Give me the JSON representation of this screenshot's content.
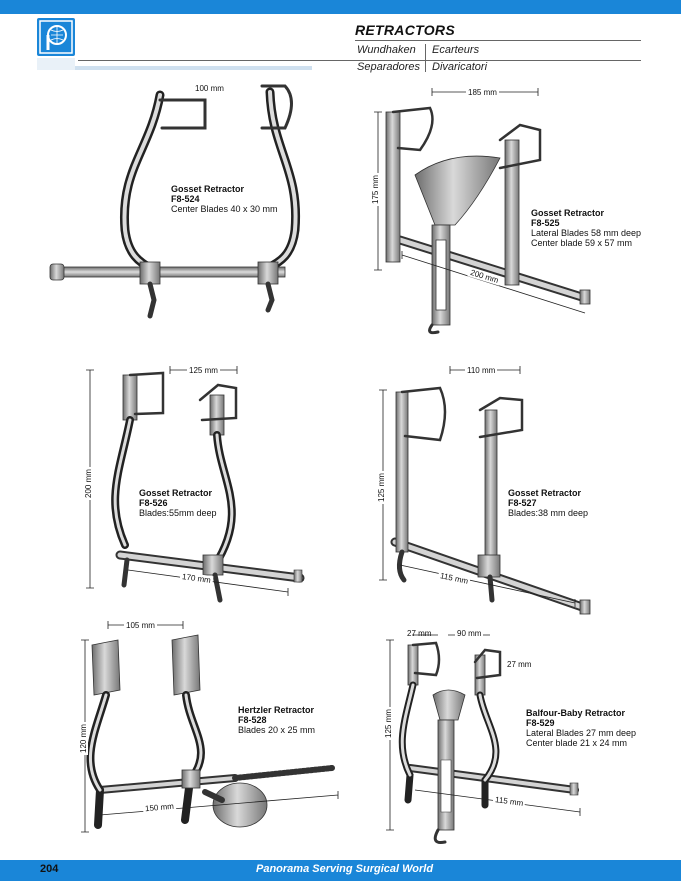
{
  "header": {
    "title": "RETRACTORS",
    "lang_de": "Wundhaken",
    "lang_fr": "Ecarteurs",
    "lang_es": "Separadores",
    "lang_it": "Divaricatori"
  },
  "footer": {
    "page_number": "204",
    "tagline": "Panorama Serving Surgical World"
  },
  "products": [
    {
      "name": "Gosset Retractor",
      "code": "F8-524",
      "details": [
        "Center Blades 40 x 30 mm"
      ],
      "dims": [
        "100 mm"
      ]
    },
    {
      "name": "Gosset Retractor",
      "code": "F8-525",
      "details": [
        "Lateral Blades 58 mm deep",
        "Center blade 59 x 57 mm"
      ],
      "dims": [
        "185 mm",
        "175 mm",
        "200 mm"
      ]
    },
    {
      "name": "Gosset Retractor",
      "code": "F8-526",
      "details": [
        "Blades:55mm deep"
      ],
      "dims": [
        "125 mm",
        "200 mm",
        "170 mm"
      ]
    },
    {
      "name": "Gosset Retractor",
      "code": "F8-527",
      "details": [
        "Blades:38 mm deep"
      ],
      "dims": [
        "110 mm",
        "125 mm",
        "115 mm"
      ]
    },
    {
      "name": "Hertzler Retractor",
      "code": "F8-528",
      "details": [
        "Blades 20 x 25 mm"
      ],
      "dims": [
        "105 mm",
        "120 mm",
        "150 mm"
      ]
    },
    {
      "name": "Balfour-Baby Retractor",
      "code": "F8-529",
      "details": [
        "Lateral Blades 27 mm deep",
        "Center blade 21 x 24 mm"
      ],
      "dims": [
        "27 mm",
        "90 mm",
        "27 mm",
        "125 mm",
        "115 mm"
      ]
    }
  ]
}
